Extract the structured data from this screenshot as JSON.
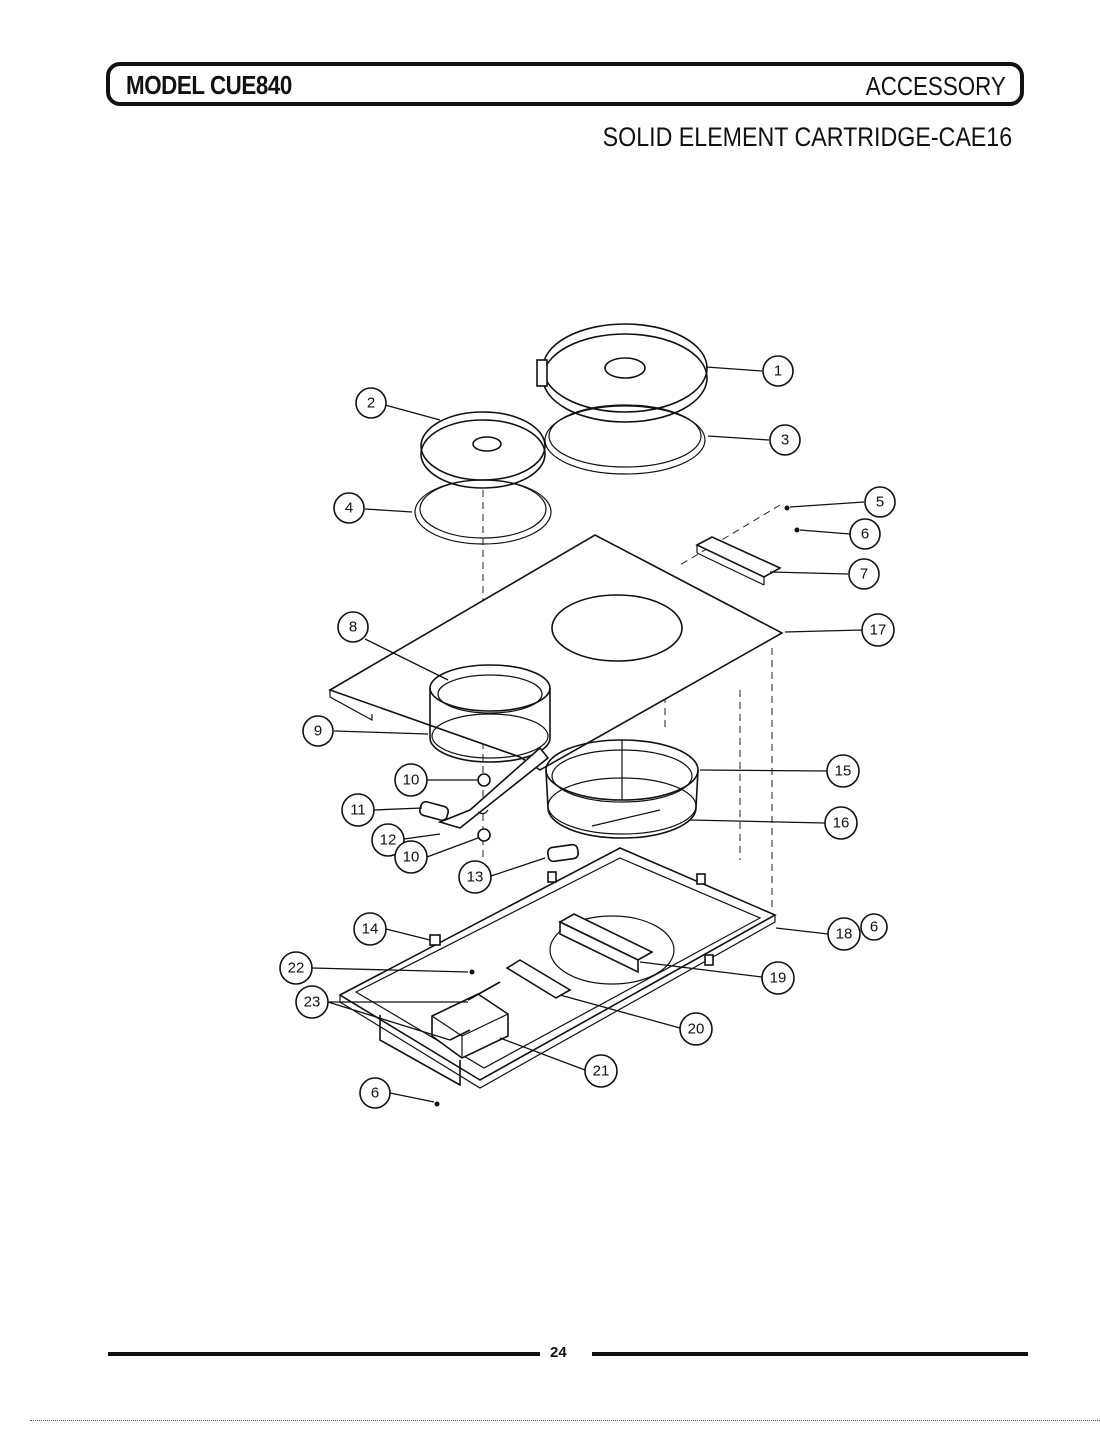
{
  "header": {
    "model": "MODEL CUE840",
    "section": "ACCESSORY",
    "subtitle": "SOLID ELEMENT CARTRIDGE-CAE16"
  },
  "callouts": [
    "1",
    "2",
    "3",
    "4",
    "5",
    "6",
    "7",
    "17",
    "8",
    "9",
    "15",
    "10",
    "11",
    "12",
    "16",
    "10",
    "13",
    "18",
    "6",
    "14",
    "22",
    "19",
    "23",
    "20",
    "21",
    "6"
  ],
  "footer": {
    "page_number": "24"
  }
}
